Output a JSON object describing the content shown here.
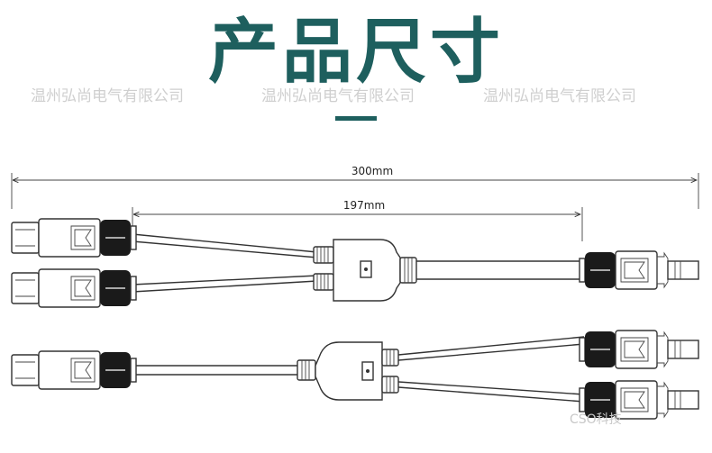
{
  "heading": "产品尺寸",
  "watermark": "温州弘尚电气有限公司",
  "dimensions": {
    "overall": "300mm",
    "branch": "197mm"
  },
  "corner_mark": "CSO科技"
}
